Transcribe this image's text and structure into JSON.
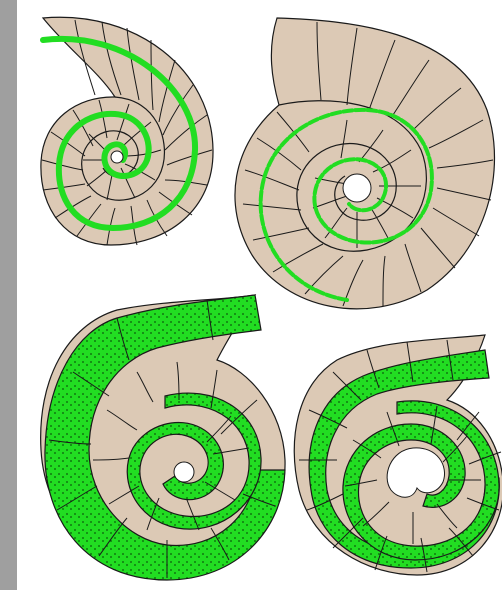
{
  "figure": {
    "shells": [
      {
        "id": "top-left",
        "style": "thin-band"
      },
      {
        "id": "top-right",
        "style": "dashed-band"
      },
      {
        "id": "bottom-left",
        "style": "wide-dotted-band"
      },
      {
        "id": "bottom-right",
        "style": "wide-dotted-band"
      }
    ],
    "colors": {
      "frame": "#9f9f9f",
      "page": "#ffffff",
      "shell_fill": "#dcc9b5",
      "line": "#1a1a1a",
      "band": "#22dd22",
      "band_dots": "#0b5b0b"
    }
  }
}
